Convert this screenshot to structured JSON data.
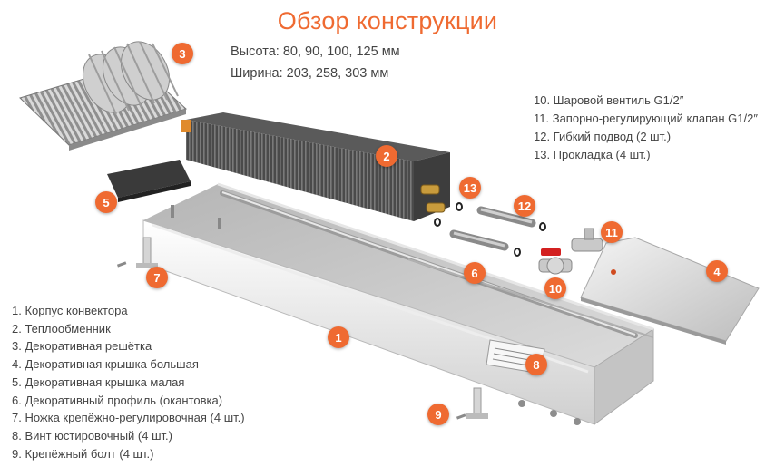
{
  "title": "Обзор конструкции",
  "dimensions": {
    "height": "Высота: 80, 90, 100, 125 мм",
    "width": "Ширина: 203, 258, 303 мм"
  },
  "parts_left": [
    "1. Корпус конвектора",
    "2. Теплообменник",
    "3. Декоративная решётка",
    "4. Декоративная крышка большая",
    "5. Декоративная крышка малая",
    "6. Декоративный профиль (окантовка)",
    "7. Ножка крепёжно-регулировочная (4 шт.)",
    "8. Винт юстировочный (4 шт.)",
    "9. Крепёжный болт (4 шт.)"
  ],
  "parts_right": [
    "10. Шаровой вентиль G1/2″",
    "11. Запорно-регулирующий клапан G1/2″",
    "12. Гибкий подвод (2 шт.)",
    "13. Прокладка (4 шт.)"
  ],
  "badges": [
    "1",
    "2",
    "3",
    "4",
    "5",
    "6",
    "7",
    "8",
    "9",
    "10",
    "11",
    "12",
    "13"
  ],
  "colors": {
    "accent": "#ef6a31",
    "text": "#444444"
  }
}
